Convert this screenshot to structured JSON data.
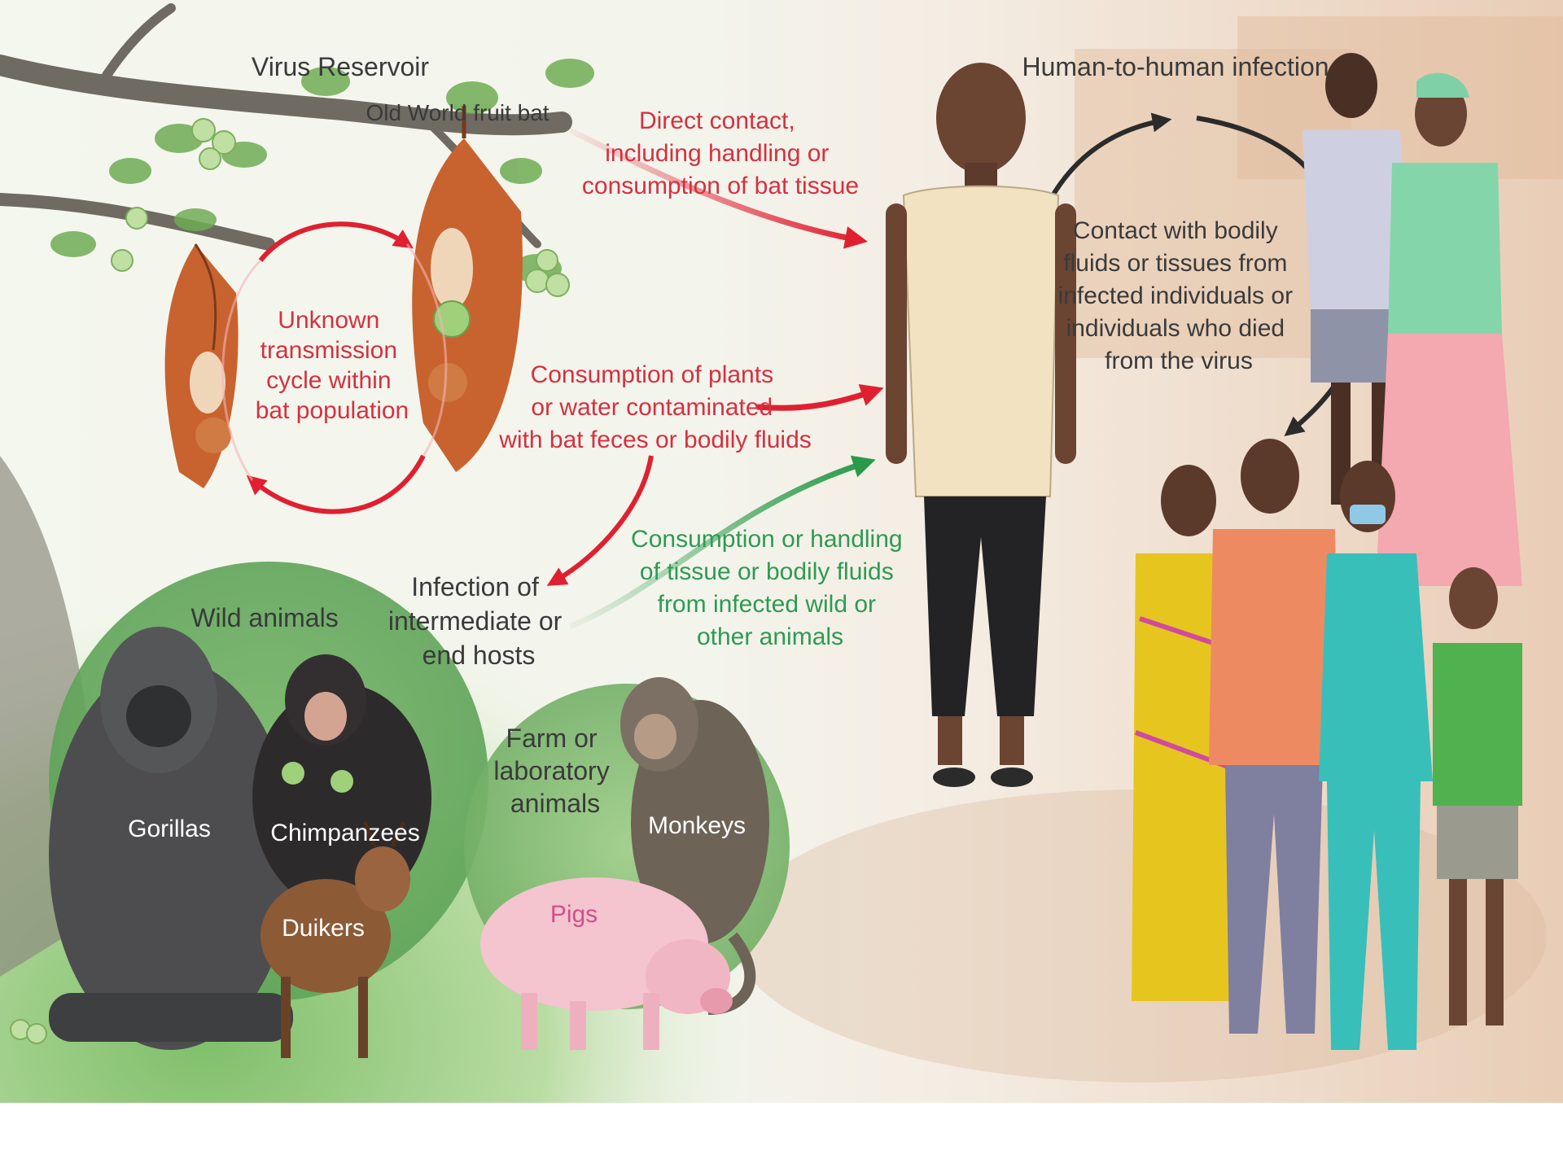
{
  "labels": {
    "virus_reservoir": "Virus Reservoir",
    "fruit_bat": "Old World fruit bat",
    "human_to_human": "Human-to-human infection",
    "wild_animals": "Wild animals",
    "farm_animals": [
      "Farm or",
      "laboratory",
      "animals"
    ],
    "gorillas": "Gorillas",
    "chimpanzees": "Chimpanzees",
    "duikers": "Duikers",
    "monkeys": "Monkeys",
    "pigs": "Pigs"
  },
  "captions": {
    "unknown_cycle": [
      "Unknown",
      "transmission",
      "cycle within",
      "bat population"
    ],
    "direct_contact": [
      "Direct contact,",
      "including handling or",
      "consumption of bat tissue"
    ],
    "consumption_plants": [
      "Consumption of plants",
      "or water contaminated",
      "with bat feces or bodily fluids"
    ],
    "intermediate_hosts": [
      "Infection of",
      "intermediate or",
      "end hosts"
    ],
    "consumption_handling": [
      "Consumption or handling",
      "of tissue or bodily fluids",
      "from infected wild or",
      "other animals"
    ],
    "bodily_fluids": [
      "Contact with bodily",
      "fluids or tissues from",
      "infected individuals or",
      "individuals who died",
      "from the virus"
    ]
  },
  "colors": {
    "red_caption": "#d63040",
    "green_caption": "#2e9a52",
    "dark_caption": "#3a3a3a",
    "red_arrow": "#e02030",
    "green_arrow": "#2a9a4a",
    "dark_arrow": "#2b2b2b"
  }
}
